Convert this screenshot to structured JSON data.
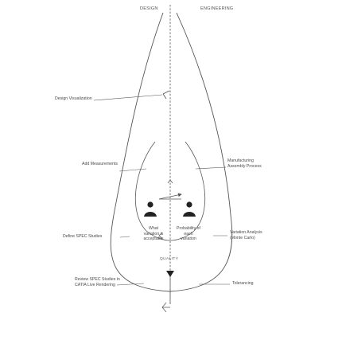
{
  "header": {
    "left": "DESIGN",
    "right": "ENGINEERING"
  },
  "labels": {
    "design_visualization": "Design Visualization",
    "add_measurements": "Add Measurements",
    "define_spec": "Define SPEC Studies",
    "review_spec_line1": "Review SPEC Studies in",
    "review_spec_line2": "CATIA Live Rendering",
    "manufacturing_line1": "Manufacturing",
    "manufacturing_line2": "Assembly Process",
    "variation_line1": "Variation Analysis",
    "variation_line2": "(Monte Carlo)",
    "tolerancing": "Tolerancing"
  },
  "center": {
    "col1": [
      "What",
      "variation is",
      "acceptable"
    ],
    "col2": [
      "Probability of",
      "each",
      "variation"
    ],
    "quality": "QUALITY"
  }
}
